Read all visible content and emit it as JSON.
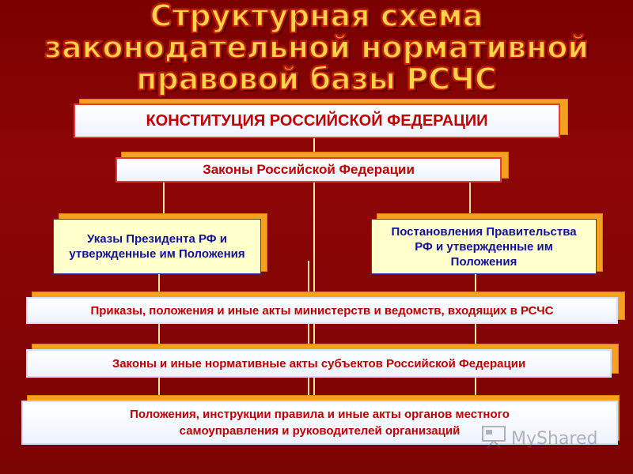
{
  "title": {
    "line1": "Структурная схема",
    "line2": "законодательной нормативной",
    "line3": "правовой базы РСЧС"
  },
  "boxes": {
    "constitution": "КОНСТИТУЦИЯ РОССИЙСКОЙ ФЕДЕРАЦИИ",
    "federal_laws": "Законы Российской Федерации",
    "president_decrees": "Указы Президента РФ и утвержденные им Положения",
    "government_resolutions": "Постановления Правительства РФ и утвержденные им Положения",
    "ministry_acts": "Приказы, положения и иные акты министерств и ведомств, входящих в РСЧС",
    "regional_laws": "Законы и иные нормативные акты субъектов Российской Федерации",
    "local_acts": "Положения, инструкции правила и иные акты органов местного самоуправления и руководителей организаций"
  },
  "watermark": {
    "text": "MyShared",
    "icon": "projector-screen-icon"
  },
  "colors": {
    "background": "#7a0000",
    "title_fill": "#ffd34a",
    "title_outline": "#c41a00",
    "box_shadow": "#f4a020",
    "connector": "#f5e19a",
    "text_red": "#c00000",
    "text_blue": "#12129a"
  }
}
